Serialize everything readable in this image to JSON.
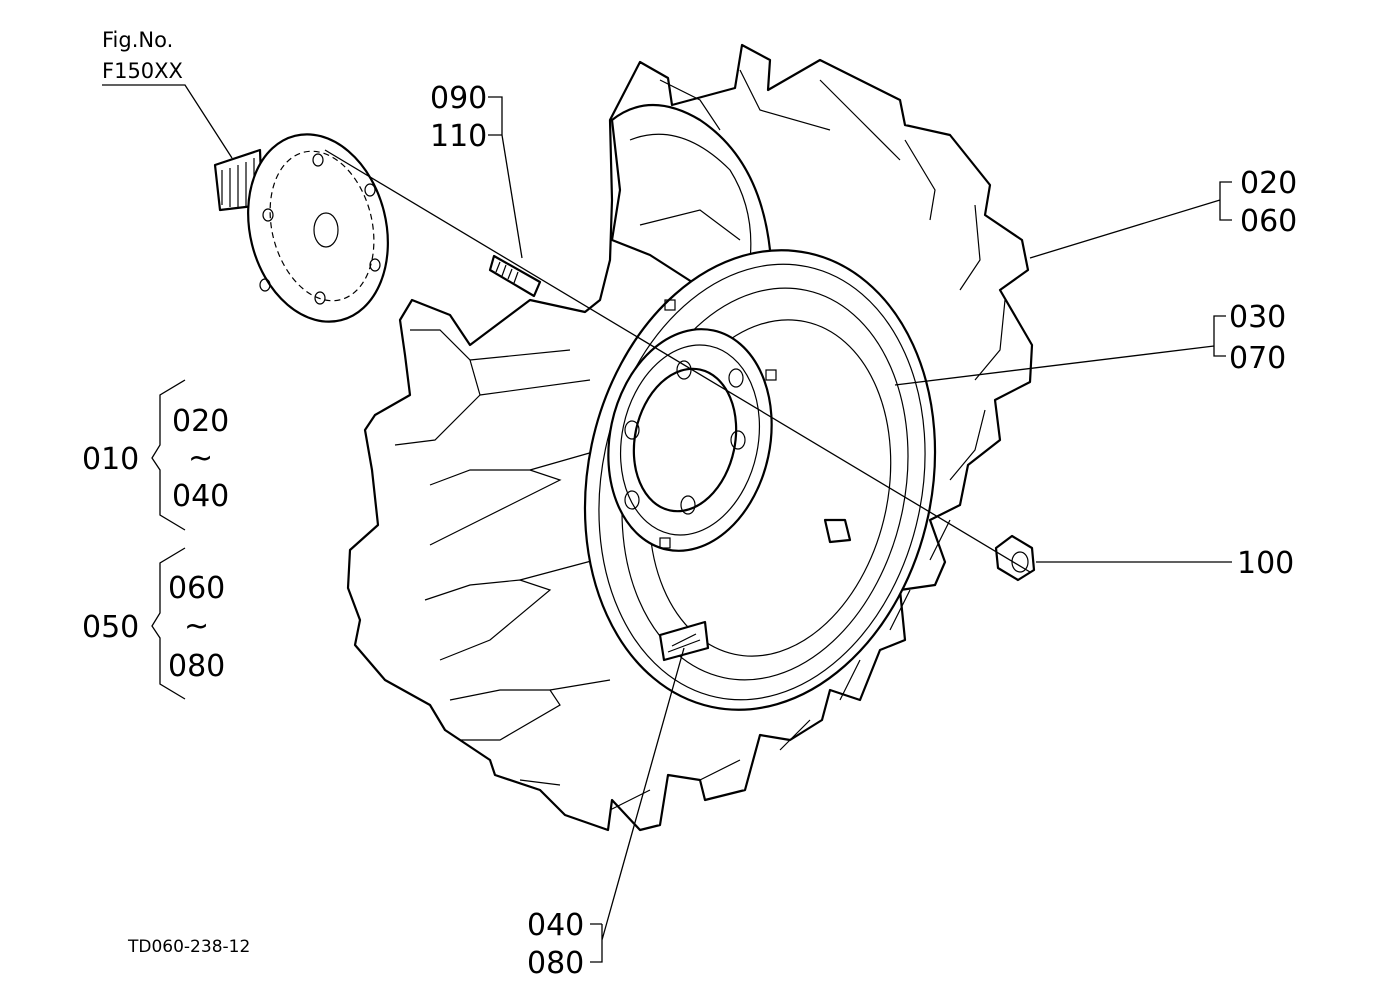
{
  "figure": {
    "fig_label": "Fig.No.",
    "fig_number": "F150XX",
    "drawing_code": "TD060-238-12"
  },
  "callouts": {
    "studs": [
      "090",
      "110"
    ],
    "tire": [
      "020",
      "060"
    ],
    "rim": [
      "030",
      "070"
    ],
    "nut": "100",
    "valve": [
      "040",
      "080"
    ]
  },
  "assemblies": [
    {
      "id": "010",
      "from": "020",
      "tilde": "~",
      "to": "040"
    },
    {
      "id": "050",
      "from": "060",
      "tilde": "~",
      "to": "080"
    }
  ]
}
